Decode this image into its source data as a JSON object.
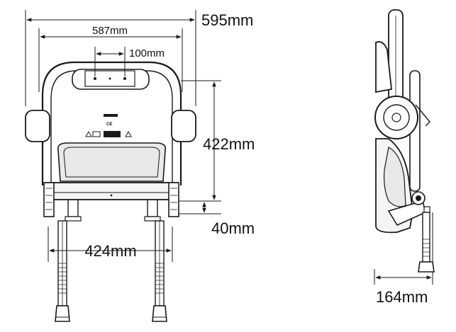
{
  "dimensions": {
    "overall_width": "595mm",
    "inner_width": "587mm",
    "handle_spacing": "100mm",
    "seat_height": "422mm",
    "seat_thickness": "40mm",
    "leg_spacing": "424mm",
    "folded_depth": "164mm"
  },
  "colors": {
    "line": "#1a1a1a",
    "background": "#ffffff",
    "seat_fill": "#f4f4f4",
    "cushion_fill": "#e9e9e9"
  }
}
